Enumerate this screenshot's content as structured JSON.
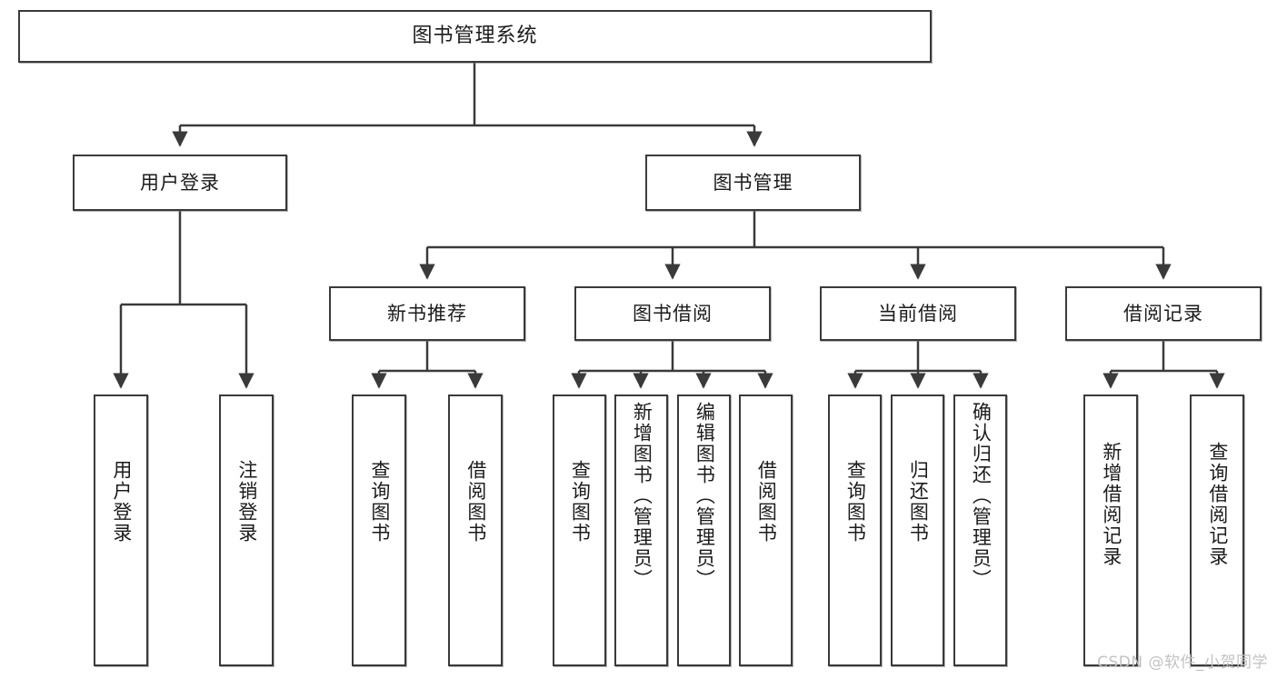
{
  "diagram": {
    "title": "图书管理系统",
    "type": "tree-hierarchy-chart",
    "line_color": "#3a3a3a",
    "box_fill": "#ffffff",
    "text_color": "#1b1b1b"
  },
  "root": {
    "label": "图书管理系统"
  },
  "level1": [
    {
      "label": "用户登录"
    },
    {
      "label": "图书管理"
    }
  ],
  "level2": [
    {
      "label": "新书推荐"
    },
    {
      "label": "图书借阅"
    },
    {
      "label": "当前借阅"
    },
    {
      "label": "借阅记录"
    }
  ],
  "leaves": {
    "user_login": [
      {
        "label": "用户登录"
      },
      {
        "label": "注销登录"
      }
    ],
    "new_book_recommend": [
      {
        "label": "查询图书"
      },
      {
        "label": "借阅图书"
      }
    ],
    "book_borrow": [
      {
        "label": "查询图书"
      },
      {
        "label": "新增图书（管理员）"
      },
      {
        "label": "编辑图书（管理员）"
      },
      {
        "label": "借阅图书"
      }
    ],
    "current_borrow": [
      {
        "label": "查询图书"
      },
      {
        "label": "归还图书"
      },
      {
        "label": "确认归还（管理员）"
      }
    ],
    "borrow_record": [
      {
        "label": "新增借阅记录"
      },
      {
        "label": "查询借阅记录"
      }
    ]
  },
  "watermark": {
    "text": "CSDN @软件_小贺同学"
  }
}
